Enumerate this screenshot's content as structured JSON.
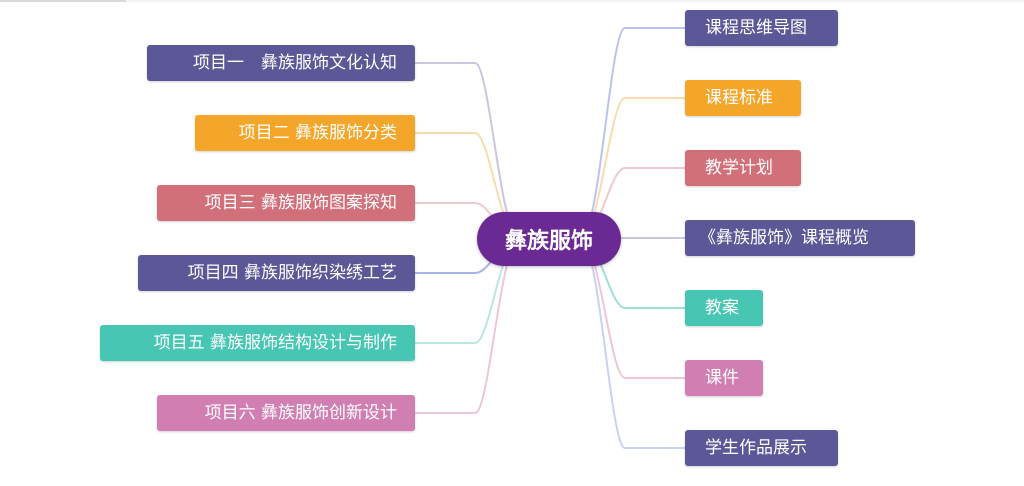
{
  "center": {
    "label": "彝族服饰",
    "color": "#6b2a93"
  },
  "left_nodes": [
    {
      "label": "项目一　彝族服饰文化认知",
      "color": "#5c5796",
      "link": "#c9c7df"
    },
    {
      "label": "项目二  彝族服饰分类",
      "color": "#f4a62a",
      "link": "#f8dcb0"
    },
    {
      "label": "项目三  彝族服饰图案探知",
      "color": "#d2707a",
      "link": "#eec9cd"
    },
    {
      "label": "项目四  彝族服饰织染绣工艺",
      "color": "#5c5796",
      "link": "#a9b3e8"
    },
    {
      "label": "项目五  彝族服饰结构设计与制作",
      "color": "#48c6b4",
      "link": "#b9e8e0"
    },
    {
      "label": "项目六  彝族服饰创新设计",
      "color": "#d17fb2",
      "link": "#edc6dc"
    }
  ],
  "right_nodes": [
    {
      "label": "课程思维导图",
      "color": "#5c5796",
      "link": "#b9c4ee"
    },
    {
      "label": "课程标准",
      "color": "#f4a62a",
      "link": "#f8dcb0"
    },
    {
      "label": "教学计划",
      "color": "#d2707a",
      "link": "#eec9cd"
    },
    {
      "label": "《彝族服饰》课程概览",
      "color": "#5c5796",
      "link": "#c9c7df"
    },
    {
      "label": "教案",
      "color": "#48c6b4",
      "link": "#9fded4"
    },
    {
      "label": "课件",
      "color": "#d17fb2",
      "link": "#edc6dc"
    },
    {
      "label": "学生作品展示",
      "color": "#5c5796",
      "link": "#c9d2f0"
    }
  ]
}
